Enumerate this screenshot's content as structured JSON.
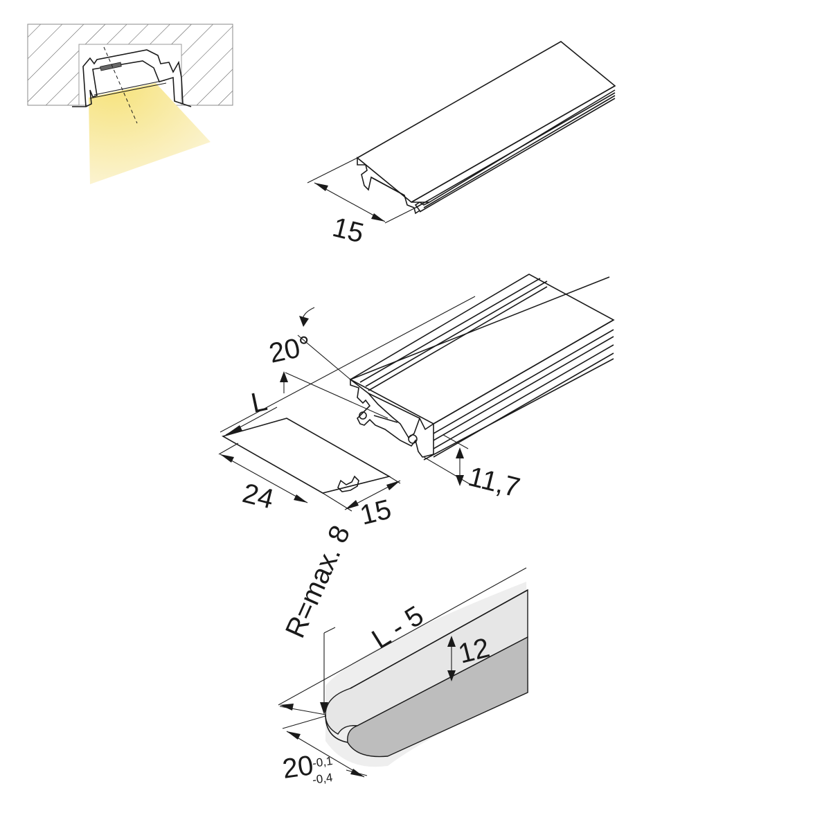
{
  "detail_1": {
    "cover_width": "15"
  },
  "detail_2": {
    "angle": "20°",
    "length": "L",
    "height": "11,7",
    "cap_length": "24",
    "cap_width": "15"
  },
  "detail_3": {
    "radius": "R=max. 8",
    "cut_length": "L - 5",
    "depth": "12",
    "width_nominal": "20",
    "tolerance_upper": "-0,1",
    "tolerance_lower": "-0,4"
  },
  "colors": {
    "light_beam": "#f7e9a0",
    "recess_fill": "#e6e6e6",
    "shadow_fill": "#bdbdbd",
    "hatch": "#555555"
  }
}
